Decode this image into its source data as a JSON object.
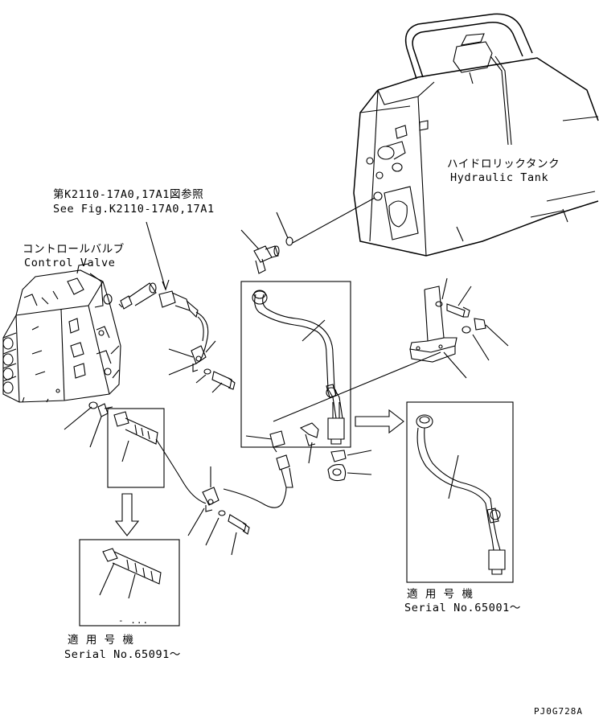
{
  "labels": {
    "control_valve_jp": "コントロールバルブ",
    "control_valve_en": "Control Valve",
    "reference_jp": "第K2110-17A0,17A1図参照",
    "reference_en": "See Fig.K2110-17A0,17A1",
    "hydraulic_tank_jp": "ハイドロリックタンク",
    "hydraulic_tank_en": "Hydraulic Tank",
    "serial_right_jp": "適 用 号 機",
    "serial_right_en": "Serial No.65001～",
    "serial_left_jp": "適 用 号 機",
    "serial_left_en": "Serial No.65091～",
    "small_mark": "- ...",
    "drawing_code": "PJ0G728A"
  }
}
